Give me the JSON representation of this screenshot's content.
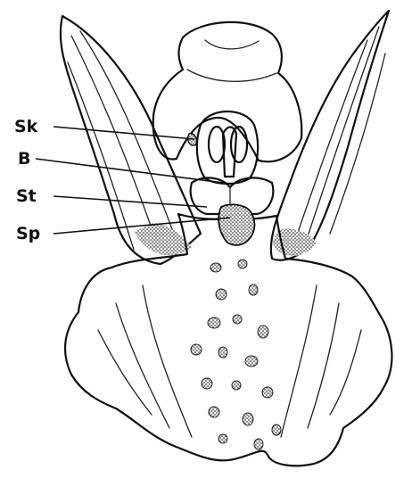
{
  "labels": {
    "sk": "Sk",
    "b": "B",
    "st": "St",
    "sp": "Sp"
  },
  "colors": {
    "ink": "#111111",
    "background": "#ffffff"
  }
}
